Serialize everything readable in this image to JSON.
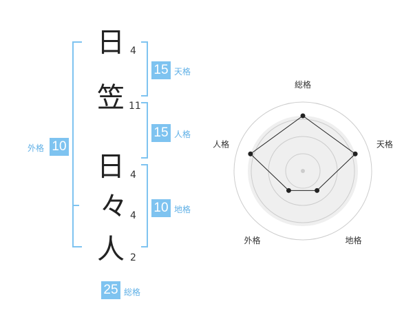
{
  "name_chars": [
    {
      "char": "日",
      "strokes": "4"
    },
    {
      "char": "笠",
      "strokes": "11"
    },
    {
      "char": "日",
      "strokes": "4"
    },
    {
      "char": "々",
      "strokes": "4"
    },
    {
      "char": "人",
      "strokes": "2"
    }
  ],
  "kakusu": {
    "tenkaku": {
      "value": "15",
      "label": "天格"
    },
    "jinkaku": {
      "value": "15",
      "label": "人格"
    },
    "chikaku": {
      "value": "10",
      "label": "地格"
    },
    "gaikaku": {
      "value": "10",
      "label": "外格"
    },
    "soukaku": {
      "value": "25",
      "label": "総格"
    }
  },
  "colors": {
    "accent": "#7ec3f0",
    "accent_text": "#60b0e6",
    "ring": "#cccccc",
    "fill": "#efefef"
  },
  "chart_data": {
    "type": "radar",
    "axes": [
      "総格",
      "天格",
      "地格",
      "外格",
      "人格"
    ],
    "values": [
      0.8,
      0.8,
      0.35,
      0.35,
      0.8
    ],
    "rings": 4
  }
}
